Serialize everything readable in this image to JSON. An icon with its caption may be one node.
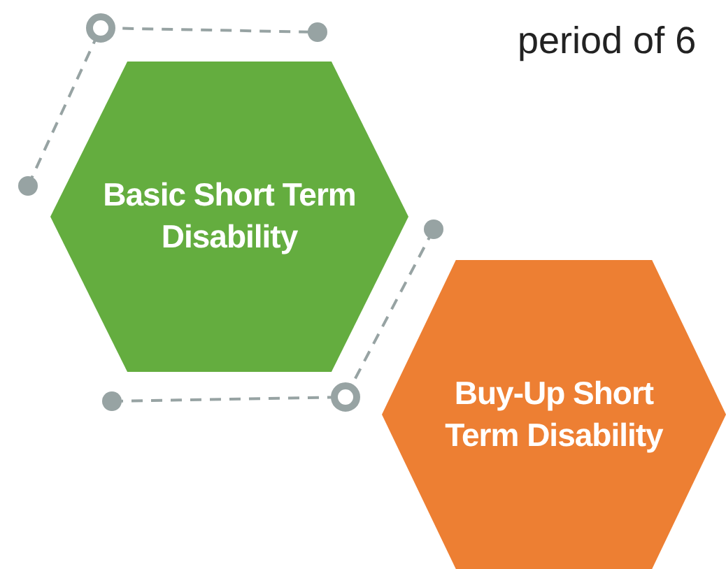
{
  "diagram": {
    "nodes": [
      {
        "text": [
          "Basic Short Term Disability"
        ]
      },
      {
        "text": [
          "Buy-Up Short Term Disability"
        ]
      }
    ],
    "labels": [
      "period of 6"
    ]
  }
}
